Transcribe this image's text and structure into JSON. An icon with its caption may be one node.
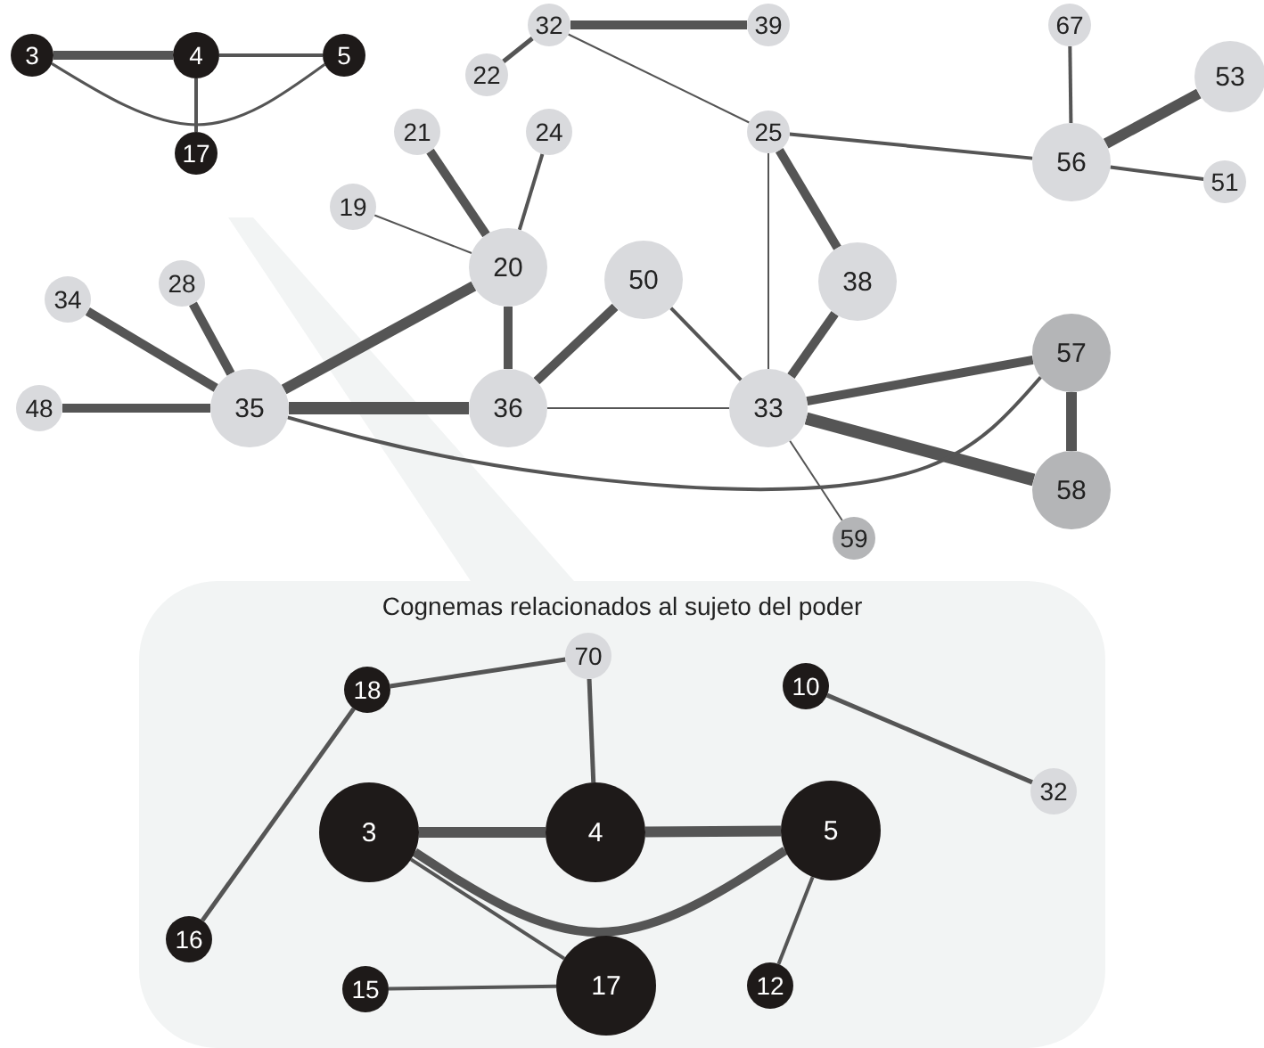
{
  "diagram": {
    "nodes": [
      {
        "text": [
          "3"
        ]
      },
      {
        "text": [
          "4"
        ]
      },
      {
        "text": [
          "5"
        ]
      },
      {
        "text": [
          "17"
        ]
      },
      {
        "text": [
          "32"
        ]
      },
      {
        "text": [
          "39"
        ]
      },
      {
        "text": [
          "22"
        ]
      },
      {
        "text": [
          "67"
        ]
      },
      {
        "text": [
          "53"
        ]
      },
      {
        "text": [
          "25"
        ]
      },
      {
        "text": [
          "56"
        ]
      },
      {
        "text": [
          "51"
        ]
      },
      {
        "text": [
          "21"
        ]
      },
      {
        "text": [
          "24"
        ]
      },
      {
        "text": [
          "19"
        ]
      },
      {
        "text": [
          "20"
        ]
      },
      {
        "text": [
          "50"
        ]
      },
      {
        "text": [
          "38"
        ]
      },
      {
        "text": [
          "34"
        ]
      },
      {
        "text": [
          "28"
        ]
      },
      {
        "text": [
          "48"
        ]
      },
      {
        "text": [
          "35"
        ]
      },
      {
        "text": [
          "36"
        ]
      },
      {
        "text": [
          "33"
        ]
      },
      {
        "text": [
          "57"
        ]
      },
      {
        "text": [
          "58"
        ]
      },
      {
        "text": [
          "59"
        ]
      },
      {
        "text": [
          "Cognemas relacionados al sujeto del poder"
        ]
      },
      {
        "text": [
          "70"
        ],
        "in": 27
      },
      {
        "text": [
          "18"
        ],
        "in": 27
      },
      {
        "text": [
          "10"
        ],
        "in": 27
      },
      {
        "text": [
          "32"
        ],
        "in": 27
      },
      {
        "text": [
          "3"
        ],
        "in": 27
      },
      {
        "text": [
          "4"
        ],
        "in": 27
      },
      {
        "text": [
          "5"
        ],
        "in": 27
      },
      {
        "text": [
          "16"
        ],
        "in": 27
      },
      {
        "text": [
          "15"
        ],
        "in": 27
      },
      {
        "text": [
          "17"
        ],
        "in": 27
      },
      {
        "text": [
          "12"
        ],
        "in": 27
      }
    ],
    "edges": [
      {
        "from": 0,
        "to": 1,
        "arrow": "none",
        "style": "thick"
      },
      {
        "from": 1,
        "to": 2,
        "arrow": "none"
      },
      {
        "from": 1,
        "to": 3,
        "arrow": "none"
      },
      {
        "from": 0,
        "to": 2,
        "arrow": "none"
      },
      {
        "from": 4,
        "to": 5,
        "arrow": "none",
        "style": "thick"
      },
      {
        "from": 4,
        "to": 6,
        "arrow": "none"
      },
      {
        "from": 4,
        "to": 9,
        "arrow": "none"
      },
      {
        "from": 9,
        "to": 10,
        "arrow": "none"
      },
      {
        "from": 10,
        "to": 7,
        "arrow": "none"
      },
      {
        "from": 10,
        "to": 8,
        "arrow": "none",
        "style": "thick"
      },
      {
        "from": 10,
        "to": 11,
        "arrow": "none"
      },
      {
        "from": 9,
        "to": 17,
        "arrow": "none",
        "style": "thick"
      },
      {
        "from": 9,
        "to": 23,
        "arrow": "none"
      },
      {
        "from": 12,
        "to": 15,
        "arrow": "none",
        "style": "thick"
      },
      {
        "from": 13,
        "to": 15,
        "arrow": "none"
      },
      {
        "from": 14,
        "to": 15,
        "arrow": "none"
      },
      {
        "from": 15,
        "to": 21,
        "arrow": "none",
        "style": "thick"
      },
      {
        "from": 15,
        "to": 22,
        "arrow": "none",
        "style": "thick"
      },
      {
        "from": 18,
        "to": 21,
        "arrow": "none",
        "style": "thick"
      },
      {
        "from": 19,
        "to": 21,
        "arrow": "none",
        "style": "thick"
      },
      {
        "from": 20,
        "to": 21,
        "arrow": "none",
        "style": "thick"
      },
      {
        "from": 21,
        "to": 22,
        "arrow": "none",
        "style": "thick"
      },
      {
        "from": 22,
        "to": 16,
        "arrow": "none",
        "style": "thick"
      },
      {
        "from": 22,
        "to": 23,
        "arrow": "none"
      },
      {
        "from": 16,
        "to": 23,
        "arrow": "none"
      },
      {
        "from": 17,
        "to": 23,
        "arrow": "none",
        "style": "thick"
      },
      {
        "from": 23,
        "to": 24,
        "arrow": "none",
        "style": "thick"
      },
      {
        "from": 23,
        "to": 25,
        "arrow": "none",
        "style": "thick"
      },
      {
        "from": 24,
        "to": 25,
        "arrow": "none",
        "style": "thick"
      },
      {
        "from": 23,
        "to": 26,
        "arrow": "none"
      },
      {
        "from": 21,
        "to": 24,
        "arrow": "none"
      },
      {
        "from": 29,
        "to": 28,
        "arrow": "none"
      },
      {
        "from": 28,
        "to": 33,
        "arrow": "none"
      },
      {
        "from": 29,
        "to": 35,
        "arrow": "none"
      },
      {
        "from": 30,
        "to": 31,
        "arrow": "none"
      },
      {
        "from": 32,
        "to": 33,
        "arrow": "none",
        "style": "thick"
      },
      {
        "from": 33,
        "to": 34,
        "arrow": "none",
        "style": "thick"
      },
      {
        "from": 32,
        "to": 34,
        "arrow": "none",
        "style": "thick"
      },
      {
        "from": 32,
        "to": 37,
        "arrow": "none"
      },
      {
        "from": 36,
        "to": 37,
        "arrow": "none"
      },
      {
        "from": 34,
        "to": 38,
        "arrow": "none"
      }
    ]
  }
}
